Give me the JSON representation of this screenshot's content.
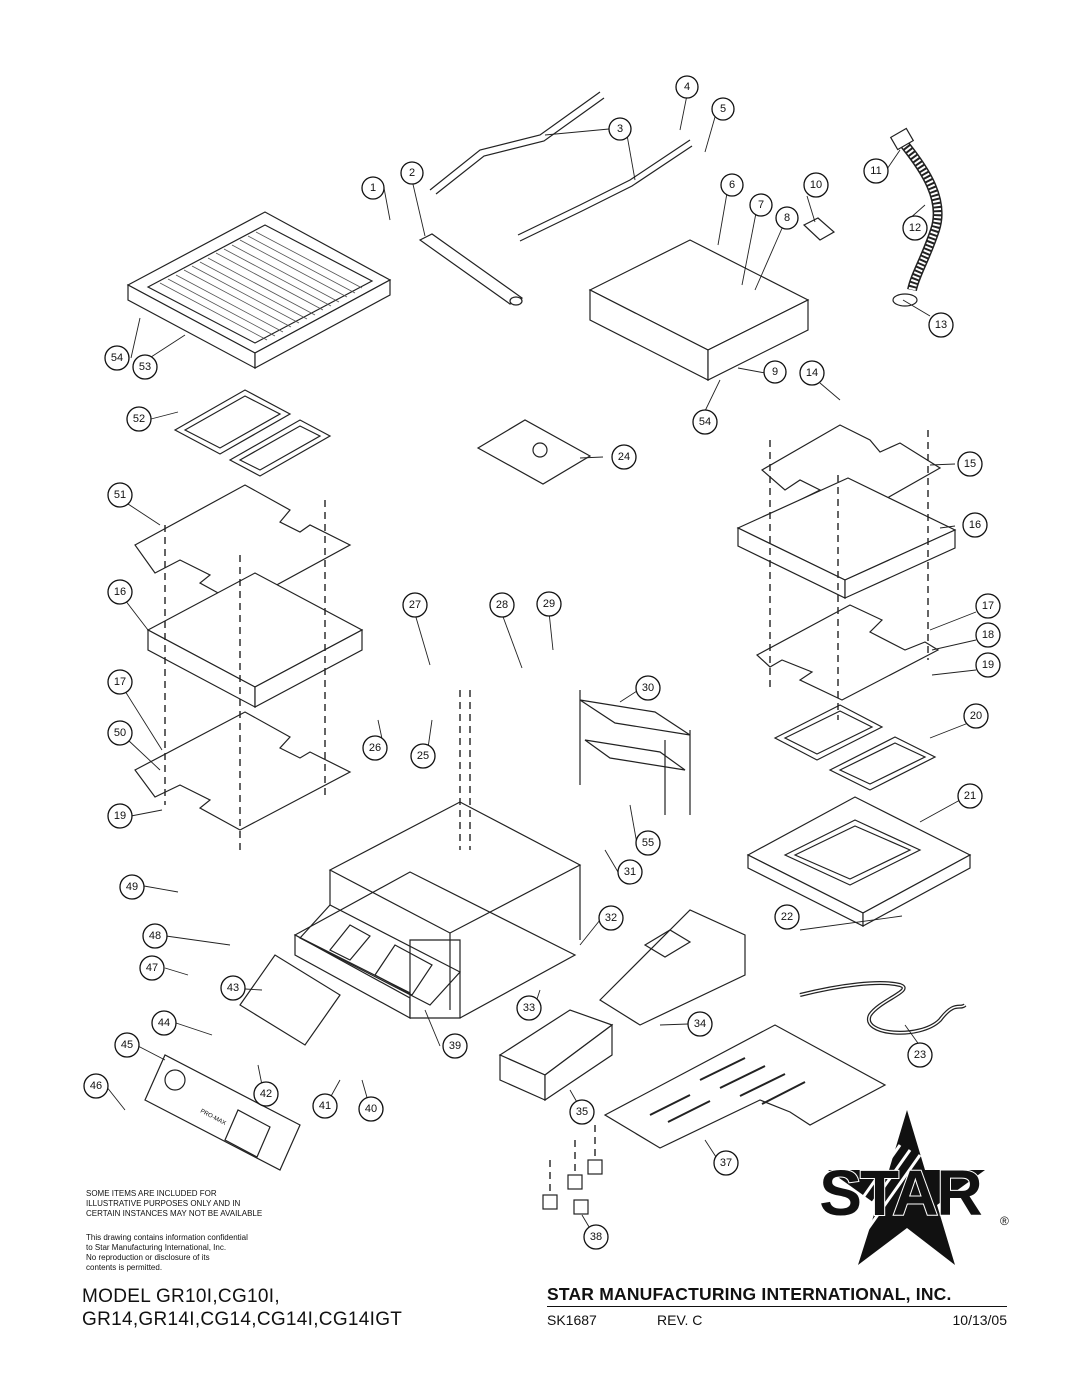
{
  "callouts": [
    "1",
    "2",
    "3",
    "4",
    "5",
    "6",
    "7",
    "8",
    "9",
    "10",
    "11",
    "12",
    "13",
    "14",
    "15",
    "16",
    "16",
    "17",
    "17",
    "18",
    "19",
    "19",
    "20",
    "21",
    "22",
    "23",
    "24",
    "25",
    "26",
    "27",
    "28",
    "29",
    "30",
    "31",
    "32",
    "33",
    "34",
    "35",
    "37",
    "38",
    "39",
    "40",
    "41",
    "42",
    "43",
    "44",
    "45",
    "46",
    "47",
    "48",
    "49",
    "50",
    "51",
    "52",
    "53",
    "54",
    "54",
    "55"
  ],
  "notes": {
    "items_line1": "SOME ITEMS ARE INCLUDED FOR",
    "items_line2": "ILLUSTRATIVE PURPOSES ONLY AND IN",
    "items_line3": "CERTAIN INSTANCES MAY NOT BE AVAILABLE",
    "conf_line1": "This drawing contains information confidential",
    "conf_line2": "to Star Manufacturing International, Inc.",
    "conf_line3": "No reproduction or disclosure of its",
    "conf_line4": "contents is permitted."
  },
  "model": {
    "line1": "MODEL GR10I,CG10I,",
    "line2": "GR14,GR14I,CG14,CG14I,CG14IGT"
  },
  "company": "STAR MANUFACTURING INTERNATIONAL, INC.",
  "doc": {
    "number": "SK1687",
    "rev": "REV. C",
    "date": "10/13/05"
  },
  "logo": {
    "text": "STAR",
    "registered": "®"
  },
  "panel_label": "PRO-MAX"
}
